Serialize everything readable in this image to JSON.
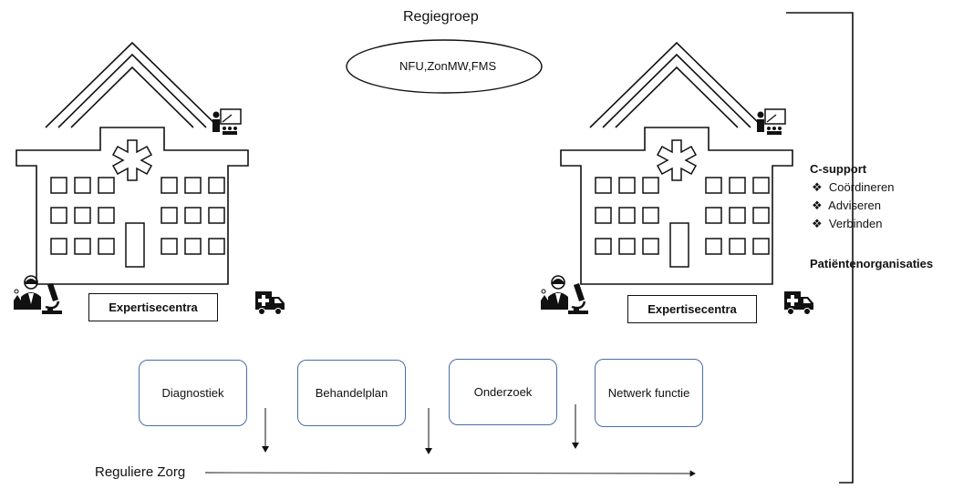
{
  "regiegroep": {
    "title": "Regiegroep",
    "members": "NFU,ZonMW,FMS"
  },
  "centers": [
    {
      "label": "Expertisecentra"
    },
    {
      "label": "Expertisecentra"
    }
  ],
  "support": {
    "title": "C-support",
    "bullet": "❖",
    "items": [
      "Coördineren",
      "Adviseren",
      "Verbinden"
    ],
    "patients": "Patiëntenorganisaties"
  },
  "processes": [
    "Diagnostiek",
    "Behandelplan",
    "Onderzoek",
    "Netwerk functie"
  ],
  "flow": {
    "label": "Reguliere Zorg"
  },
  "icons": [
    "hospital-icon",
    "teacher-icon",
    "researcher-icon",
    "microscope-icon",
    "ambulance-icon"
  ]
}
